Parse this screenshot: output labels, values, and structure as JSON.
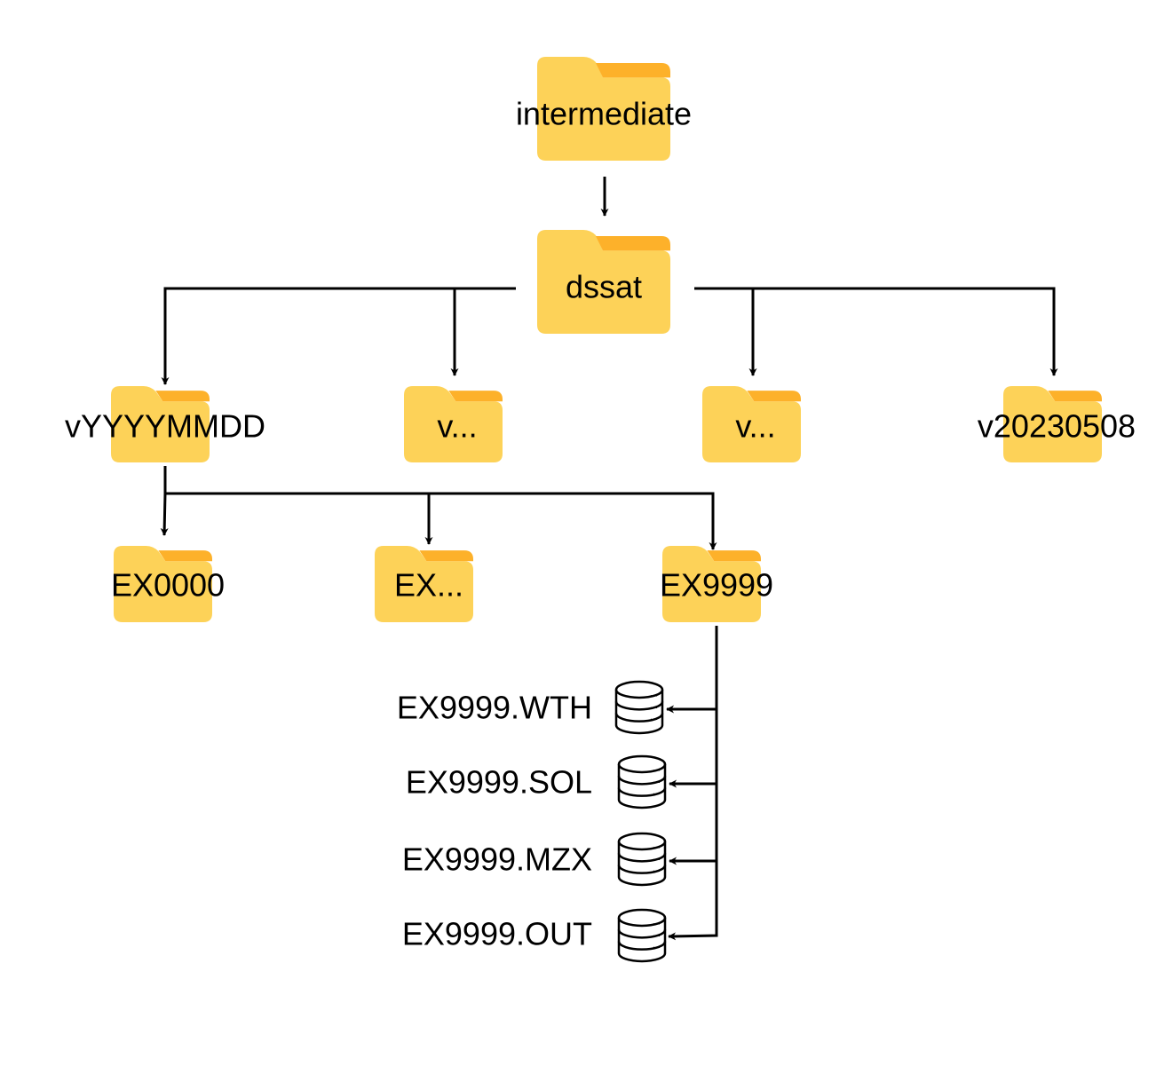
{
  "colors": {
    "folder_body": "#FDD258",
    "folder_band": "#FDB12A",
    "line": "#000000"
  },
  "folders": {
    "root": "intermediate",
    "dssat": "dssat",
    "versions": [
      "vYYYYMMDD",
      "v...",
      "v...",
      "v20230508"
    ],
    "experiments": [
      "EX0000",
      "EX...",
      "EX9999"
    ]
  },
  "files": [
    "EX9999.WTH",
    "EX9999.SOL",
    "EX9999.MZX",
    "EX9999.OUT"
  ],
  "icons": {
    "folder": "folder-icon",
    "file": "database-icon"
  }
}
